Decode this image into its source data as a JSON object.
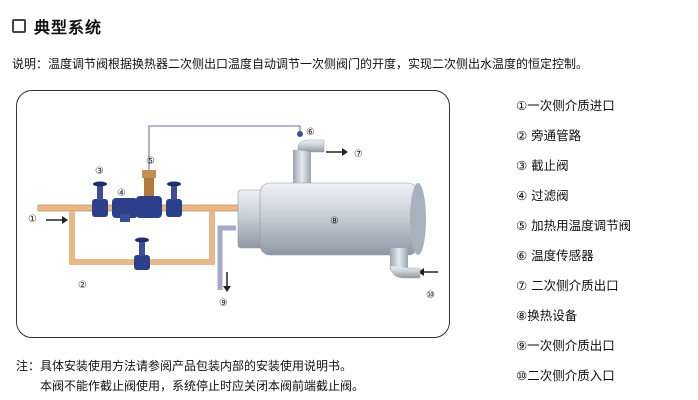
{
  "title": "典型系统",
  "description": "说明：温度调节阀根据换热器二次侧出口温度自动调节一次侧阀门的开度，实现二次侧出水温度的恒定控制。",
  "diagram": {
    "callouts": [
      "①",
      "②",
      "③",
      "④",
      "⑤",
      "⑥",
      "⑦",
      "⑧",
      "⑨",
      "⑩"
    ]
  },
  "legend": [
    "①一次侧介质进口",
    "② 旁通管路",
    "③ 截止阀",
    "④ 过滤阀",
    "⑤ 加热用温度调节阀",
    "⑥ 温度传感器",
    "⑦ 二次侧介质出口",
    "⑧换热设备",
    "⑨一次侧介质出口",
    "⑩二次侧介质入口"
  ],
  "note": {
    "line1": "注：具体安装使用方法请参阅产品包装内部的安装使用说明书。",
    "line2": "本阀不能作截止阀使用，系统停止时应关闭本阀前端截止阀。"
  },
  "colors": {
    "pipe": "#e8b888",
    "valve": "#2b3f8a",
    "heat_exchanger": "#b9c2cc",
    "sensor_line": "#9a9ab8"
  }
}
